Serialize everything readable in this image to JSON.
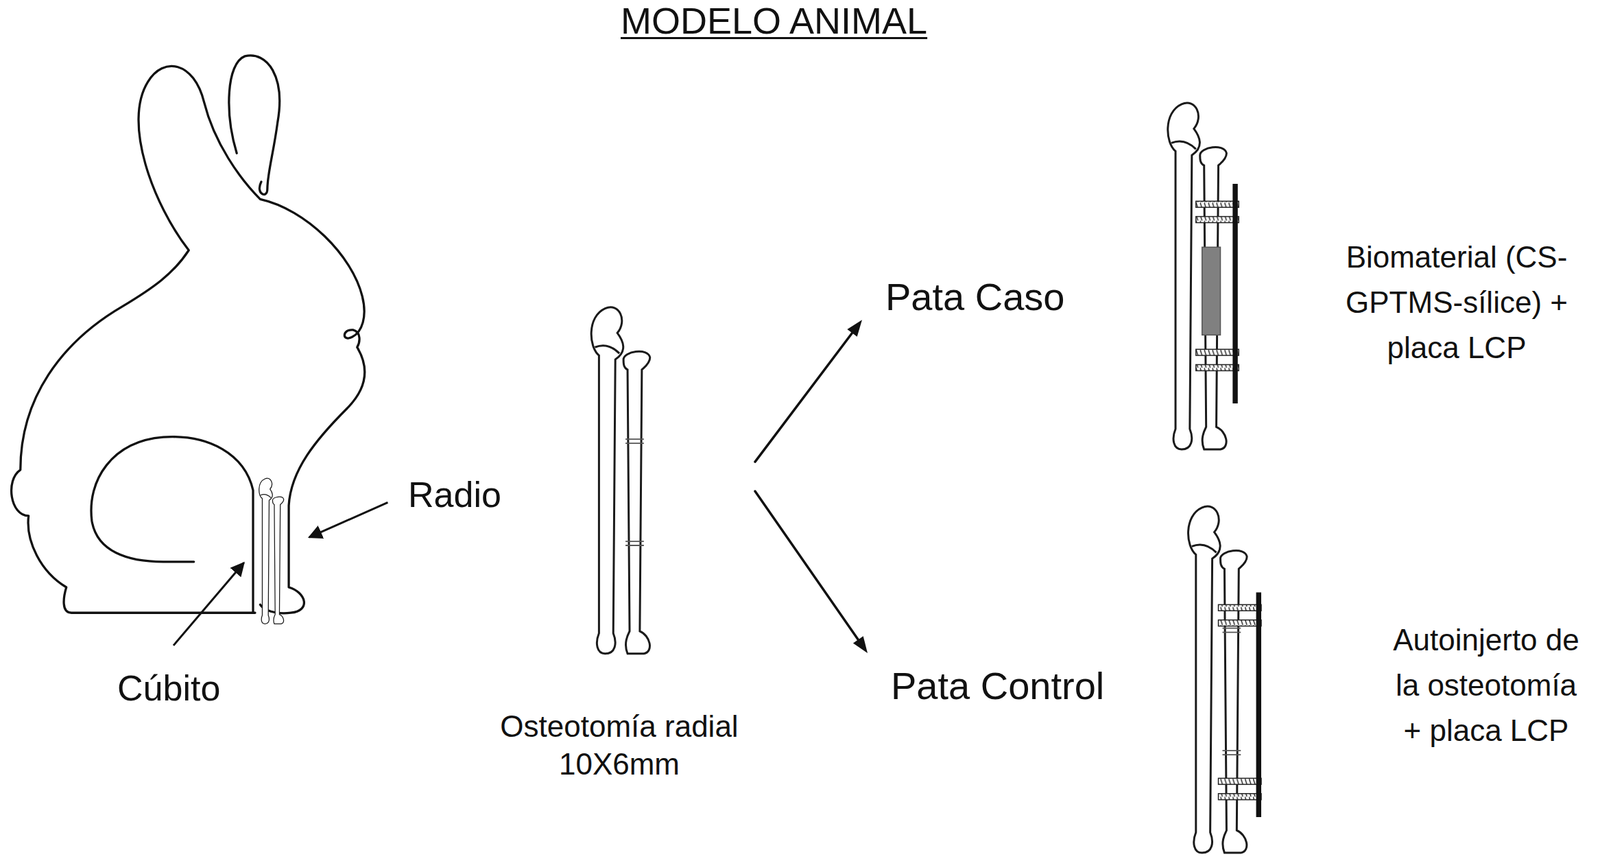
{
  "diagram": {
    "title": "MODELO ANIMAL",
    "nodes": [
      {
        "text": [
          "Osteotomía radial 10X6mm"
        ]
      },
      {
        "text": [
          "Pata Caso"
        ]
      },
      {
        "text": [
          "Pata Control"
        ]
      }
    ],
    "edges": [
      {
        "from": 0,
        "to": 1,
        "arrow": "to"
      },
      {
        "from": 0,
        "to": 2,
        "arrow": "to"
      }
    ],
    "labels": [
      "Radio",
      "Cúbito",
      "Biomaterial (CS- GPTMS-sílice) + placa LCP",
      "Autoinjerto de la osteotomía + placa LCP"
    ]
  }
}
